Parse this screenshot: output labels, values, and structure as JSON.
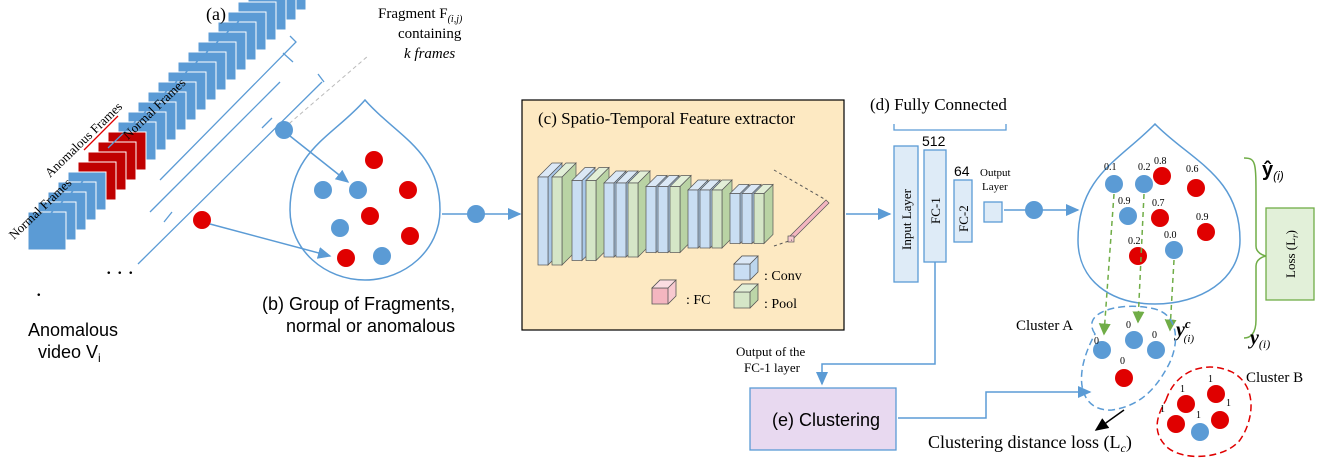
{
  "labels": {
    "a": "(a)",
    "normal_frames_1": "Normal Frames",
    "normal_frames_2": "Normal Frames",
    "anomalous_frames": "Anomalous Frames",
    "video_line1": "Anomalous",
    "video_line2": "video V",
    "video_sub": "i",
    "fragment_line1_prefix": "Fragment F",
    "fragment_sub": "(i,j)",
    "fragment_line2": "containing",
    "fragment_line3": "k frames",
    "group_line1": "(b) Group of Fragments,",
    "group_line2": "normal or anomalous",
    "extractor_title": "(c) Spatio-Temporal Feature extractor",
    "legend_fc": ": FC",
    "legend_conv": ": Conv",
    "legend_pool": ": Pool",
    "fully_connected": "(d) Fully Connected",
    "input_layer": "Input Layer",
    "fc1": "FC-1",
    "fc2": "FC-2",
    "n512": "512",
    "n64": "64",
    "output_line1": "Output",
    "output_line2": "Layer",
    "fc1_out_line1": "Output of the",
    "fc1_out_line2": "FC-1 layer",
    "clustering": "(e) Clustering",
    "cluster_a": "Cluster A",
    "cluster_b": "Cluster B",
    "y_hat": "ŷ",
    "y_hat_sub": "(i)",
    "y_c": "y",
    "y_c_sup": "c",
    "y_c_sub": "(i)",
    "y": "y",
    "y_sub": "(i)",
    "loss_r": "Loss (L",
    "loss_r_sub": "r",
    "loss_r_close": ")",
    "clust_loss": "Clustering distance loss (L",
    "clust_loss_sub": "c",
    "clust_loss_close": ")",
    "dots": ". . .",
    "dot": "."
  },
  "scores": {
    "p08": "0.8",
    "p01": "0.1",
    "p02a": "0.2",
    "p06": "0.6",
    "p09a": "0.9",
    "p07": "0.7",
    "p09b": "0.9",
    "p02b": "0.2",
    "p00": "0.0"
  },
  "cluster_labels": {
    "a1": "0",
    "a2": "0",
    "a3": "0",
    "a4": "0",
    "b1": "1",
    "b2": "1",
    "b3": "1",
    "b4": "1",
    "b5": "1"
  },
  "colors": {
    "blue": "#5b9bd5",
    "red": "#e00000",
    "arrow": "#5b9bd5",
    "green": "#70ad47",
    "yellow_box": "#fde9c2",
    "loss_box": "#e2f0d9",
    "cluster_box": "#e8d9f0"
  }
}
